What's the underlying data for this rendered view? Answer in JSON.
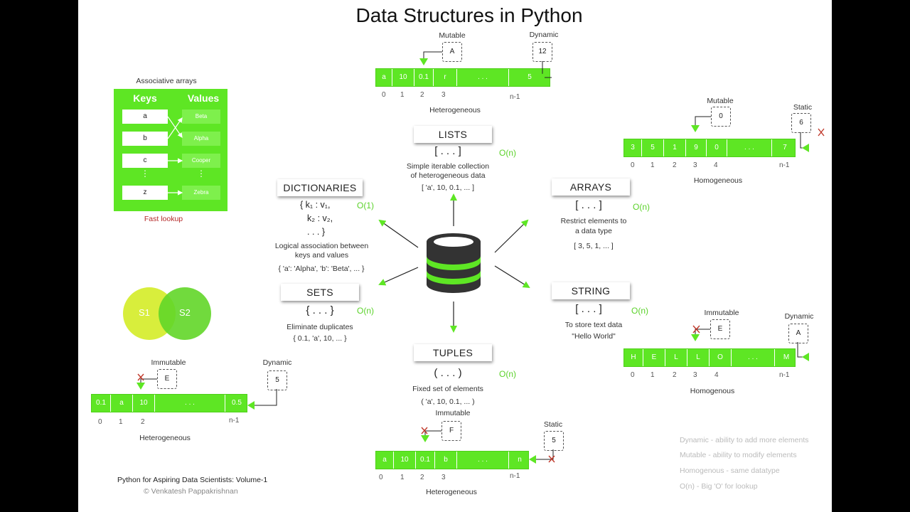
{
  "title": "Data Structures in Python",
  "assoc": {
    "heading": "Associative arrays",
    "keys_header": "Keys",
    "values_header": "Values",
    "keys": [
      "a",
      "b",
      "c",
      "z"
    ],
    "values": [
      "Beta",
      "Alpha",
      "Cooper",
      "Zebra"
    ],
    "dots": "⋮",
    "caption": "Fast lookup"
  },
  "venn": {
    "s1": "S1",
    "s2": "S2"
  },
  "lists": {
    "label": "LISTS",
    "symbol": "[ . . . ]",
    "complexity": "O(n)",
    "desc1": "Simple iterable collection",
    "desc2": "of heterogeneous data",
    "example": "[ 'a', 10, 0.1, ... ]"
  },
  "dictionaries": {
    "label": "DICTIONARIES",
    "line1": "{ k₁ : v₁,",
    "line2": "k₂ : v₂,",
    "line3": ". . . }",
    "complexity": "O(1)",
    "desc1": "Logical association between",
    "desc2": "keys and values",
    "example": "{ 'a': 'Alpha', 'b': 'Beta', ... }"
  },
  "arrays": {
    "label": "ARRAYS",
    "symbol": "[ . . . ]",
    "complexity": "O(n)",
    "desc1": "Restrict elements to",
    "desc2": "a data type",
    "example": "[ 3, 5, 1, ... ]"
  },
  "sets": {
    "label": "SETS",
    "symbol": "{ . . . }",
    "complexity": "O(n)",
    "desc1": "Eliminate duplicates",
    "example": "{ 0.1, 'a', 10, ... }"
  },
  "string": {
    "label": "STRING",
    "symbol": "[ . . . ]",
    "complexity": "O(n)",
    "desc1": "To store text data",
    "example": "\"Hello World\""
  },
  "tuples": {
    "label": "TUPLES",
    "symbol": "( . . . )",
    "complexity": "O(n)",
    "desc1": "Fixed set of elements",
    "example": "( 'a', 10, 0.1, ... )"
  },
  "list_array": {
    "mutable_label": "Mutable",
    "mutable_value": "A",
    "dynamic_label": "Dynamic",
    "dynamic_value": "12",
    "cells": [
      "a",
      "10",
      "0.1",
      "r",
      ". . .",
      "5"
    ],
    "indices": [
      "0",
      "1",
      "2",
      "3",
      "n-1"
    ],
    "caption": "Heterogeneous"
  },
  "arrays_array": {
    "mutable_label": "Mutable",
    "mutable_value": "0",
    "static_label": "Static",
    "static_value": "6",
    "cells": [
      "3",
      "5",
      "1",
      "9",
      "0",
      ". . .",
      "7"
    ],
    "indices": [
      "0",
      "1",
      "2",
      "3",
      "4",
      "n-1"
    ],
    "caption": "Homogeneous"
  },
  "string_array": {
    "immutable_label": "Immutable",
    "immutable_value": "E",
    "dynamic_label": "Dynamic",
    "dynamic_value": "A",
    "cells": [
      "H",
      "E",
      "L",
      "L",
      "O",
      ". . .",
      "M"
    ],
    "indices": [
      "0",
      "1",
      "2",
      "3",
      "4",
      "n-1"
    ],
    "caption": "Homogenous"
  },
  "sets_array": {
    "immutable_label": "Immutable",
    "immutable_value": "E",
    "dynamic_label": "Dynamic",
    "dynamic_value": "5",
    "cells": [
      "0.1",
      "a",
      "10",
      ". . .",
      "0.5"
    ],
    "indices": [
      "0",
      "1",
      "2",
      "n-1"
    ],
    "caption": "Heterogeneous"
  },
  "tuples_array": {
    "immutable_label": "Immutable",
    "immutable_value": "F",
    "static_label": "Static",
    "static_value": "5",
    "cells": [
      "a",
      "10",
      "0.1",
      "b",
      ". . .",
      "n"
    ],
    "indices": [
      "0",
      "1",
      "2",
      "3",
      "n-1"
    ],
    "caption": "Heterogeneous"
  },
  "legend": [
    "Dynamic - ability to add more elements",
    "Mutable - ability to modify elements",
    "Homogenous - same datatype",
    "O(n) - Big 'O' for lookup"
  ],
  "credits": {
    "book": "Python for Aspiring Data Scientists: Volume-1",
    "author": "© Venkatesh Pappakrishnan"
  },
  "colors": {
    "green": "#5ee624",
    "dark_green": "#2e8a14",
    "db_dark": "#333333"
  }
}
